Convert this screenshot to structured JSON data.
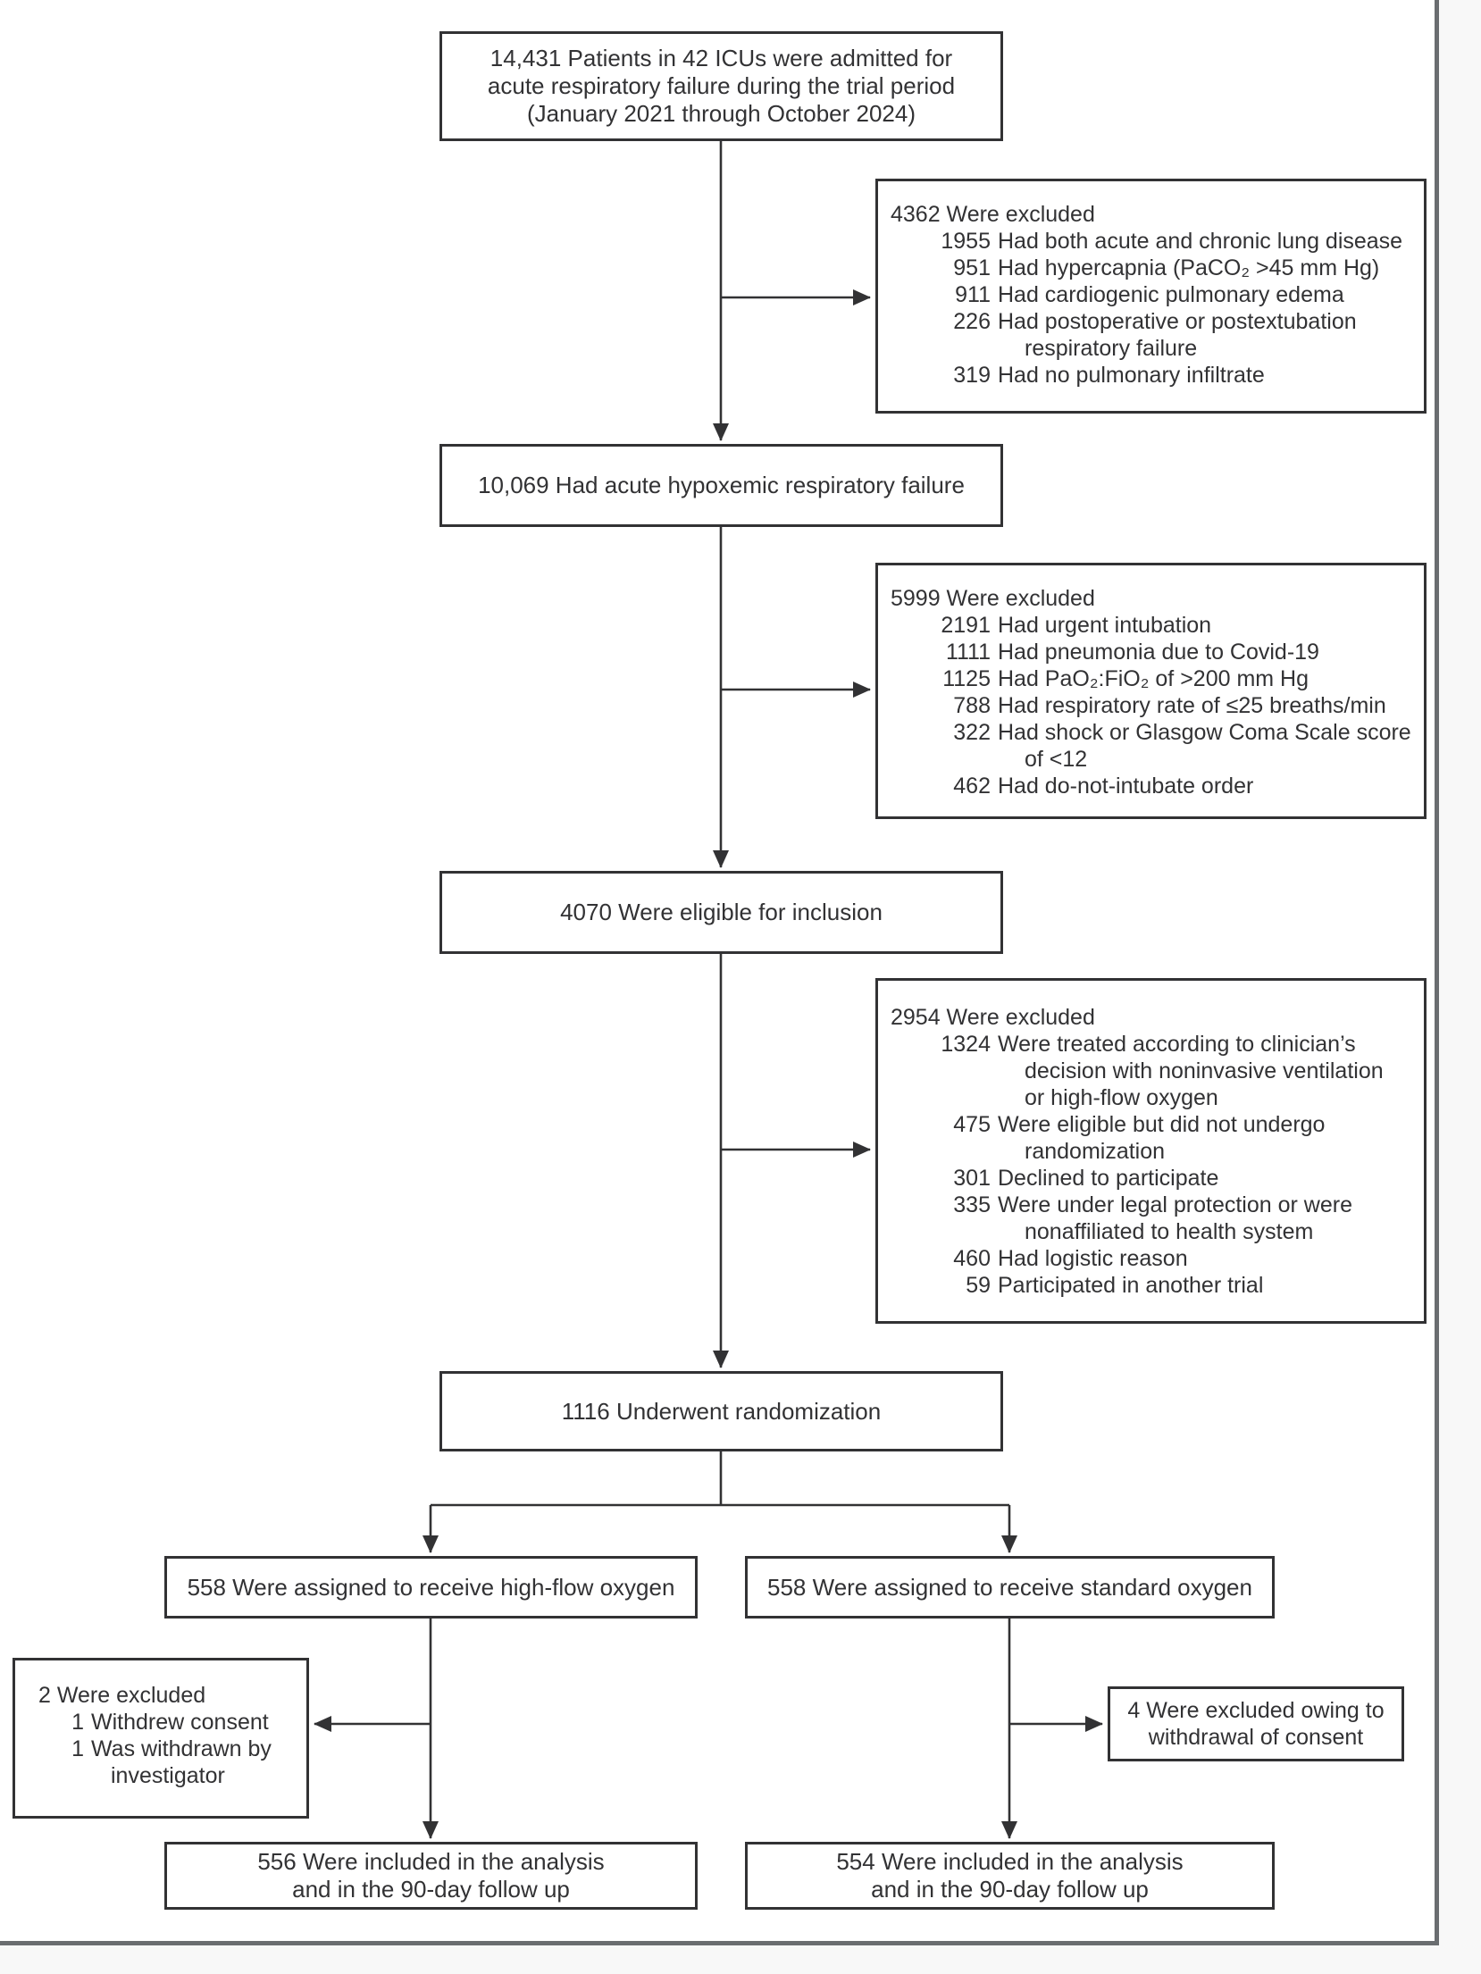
{
  "colors": {
    "box_border": "#323234",
    "text": "#323234",
    "arrow": "#323234",
    "frame_rule": "#6a6d70",
    "page_background": "#f8f8f8",
    "panel_background": "#ffffff"
  },
  "flow": {
    "admitted": "14,431 Patients in 42 ICUs were admitted for\nacute respiratory failure during the trial period\n(January 2021 through October 2024)",
    "hypoxemic": "10,069 Had acute hypoxemic respiratory failure",
    "eligible": "4070 Were eligible for inclusion",
    "randomized": "1116 Underwent randomization",
    "assign_highflow": "558 Were assigned to receive high-flow oxygen",
    "assign_standard": "558 Were assigned to receive standard oxygen",
    "excluded_standard": "4 Were excluded owing to\nwithdrawal of consent",
    "analysis_highflow": "556 Were included in the analysis\nand in the 90-day follow up",
    "analysis_standard": "554 Were included in the analysis\nand in the 90-day follow up",
    "excl1": {
      "header": "4362 Were excluded",
      "items": [
        {
          "n": "1955",
          "text": "Had both acute and chronic lung disease"
        },
        {
          "n": "951",
          "text": "Had hypercapnia (PaCO₂ >45 mm Hg)"
        },
        {
          "n": "911",
          "text": "Had cardiogenic pulmonary edema"
        },
        {
          "n": "226",
          "text": "Had postoperative or postextubation\nrespiratory failure"
        },
        {
          "n": "319",
          "text": "Had no pulmonary infiltrate"
        }
      ]
    },
    "excl2": {
      "header": "5999 Were excluded",
      "items": [
        {
          "n": "2191",
          "text": "Had urgent intubation"
        },
        {
          "n": "1111",
          "text": "Had pneumonia due to Covid-19"
        },
        {
          "n": "1125",
          "text": "Had PaO₂:FiO₂ of >200 mm Hg"
        },
        {
          "n": "788",
          "text": "Had respiratory rate of ≤25 breaths/min"
        },
        {
          "n": "322",
          "text": "Had shock or Glasgow Coma Scale score\nof <12"
        },
        {
          "n": "462",
          "text": "Had do-not-intubate order"
        }
      ]
    },
    "excl3": {
      "header": "2954 Were excluded",
      "items": [
        {
          "n": "1324",
          "text": "Were treated according to clinician’s\ndecision with noninvasive ventilation\nor high-flow oxygen"
        },
        {
          "n": "475",
          "text": "Were eligible but did not undergo\nrandomization"
        },
        {
          "n": "301",
          "text": "Declined to participate"
        },
        {
          "n": "335",
          "text": "Were under legal protection or were\nnonaffiliated to health system"
        },
        {
          "n": "460",
          "text": "Had logistic reason"
        },
        {
          "n": "59",
          "text": "Participated in another trial"
        }
      ]
    },
    "excl_highflow": {
      "header": "2 Were excluded",
      "items": [
        {
          "n": "1",
          "text": "Withdrew consent"
        },
        {
          "n": "1",
          "text": "Was withdrawn by\ninvestigator"
        }
      ]
    }
  }
}
